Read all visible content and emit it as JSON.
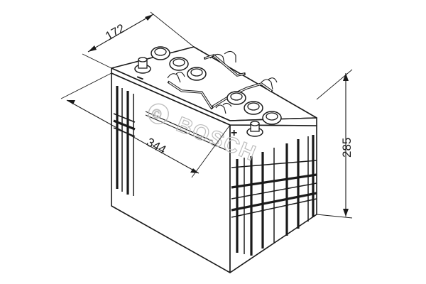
{
  "dimensions": {
    "length": "344",
    "width": "172",
    "height": "285"
  },
  "terminals": {
    "negative_symbol": "−",
    "positive_symbol": "+"
  },
  "watermark": {
    "text": "BOSCH"
  },
  "colors": {
    "line": "#1a1a1a",
    "watermark": "#bdbdbd",
    "background": "#ffffff"
  }
}
